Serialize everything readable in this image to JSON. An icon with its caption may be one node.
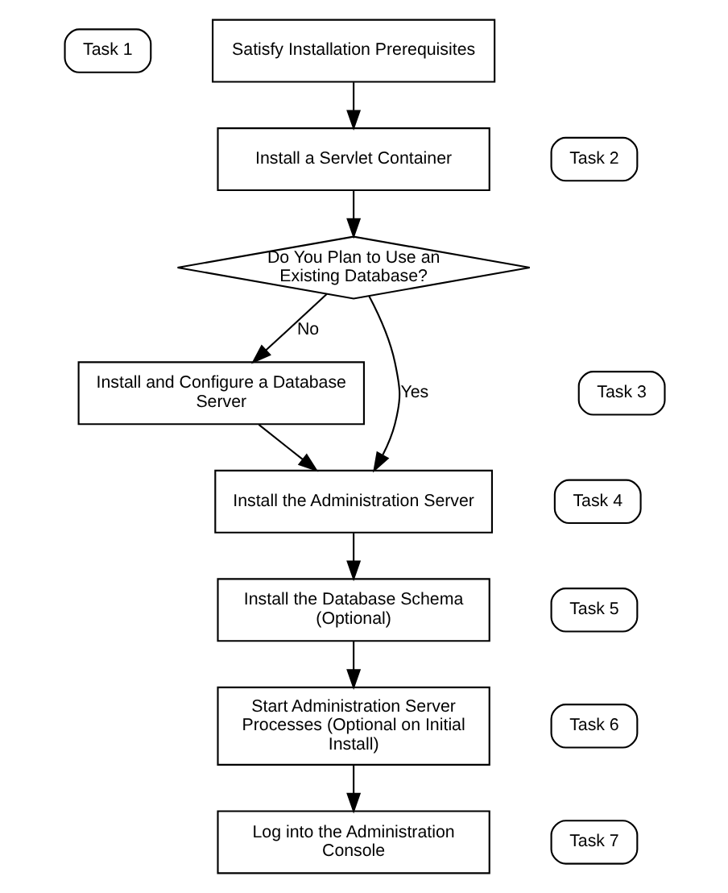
{
  "diagram": {
    "nodes": [
      {
        "text": [
          "Task 1"
        ]
      },
      {
        "text": [
          "Satisfy Installation Prerequisites"
        ]
      },
      {
        "text": [
          "Task 2"
        ]
      },
      {
        "text": [
          "Install a Servlet Container"
        ]
      },
      {
        "text": [
          "Do You Plan to Use an Existing Database?"
        ]
      },
      {
        "text": [
          "Task 3"
        ]
      },
      {
        "text": [
          "Install and Configure a Database Server"
        ]
      },
      {
        "text": [
          "Task 4"
        ]
      },
      {
        "text": [
          "Install the Administration Server"
        ]
      },
      {
        "text": [
          "Task 5"
        ]
      },
      {
        "text": [
          "Install the Database Schema (Optional)"
        ]
      },
      {
        "text": [
          "Task 6"
        ]
      },
      {
        "text": [
          "Start Administration Server Processes (Optional on Initial Install)"
        ]
      },
      {
        "text": [
          "Task 7"
        ]
      },
      {
        "text": [
          "Log into the Administration Console"
        ]
      }
    ],
    "edges": [
      {
        "from": 1,
        "to": 3,
        "arrow": "to"
      },
      {
        "from": 3,
        "to": 4,
        "arrow": "to"
      },
      {
        "from": 4,
        "to": 6,
        "arrow": "to",
        "label": "No"
      },
      {
        "from": 4,
        "to": 8,
        "arrow": "to",
        "label": "Yes"
      },
      {
        "from": 6,
        "to": 8,
        "arrow": "to"
      },
      {
        "from": 8,
        "to": 10,
        "arrow": "to"
      },
      {
        "from": 10,
        "to": 12,
        "arrow": "to"
      },
      {
        "from": 12,
        "to": 14,
        "arrow": "to"
      }
    ]
  }
}
